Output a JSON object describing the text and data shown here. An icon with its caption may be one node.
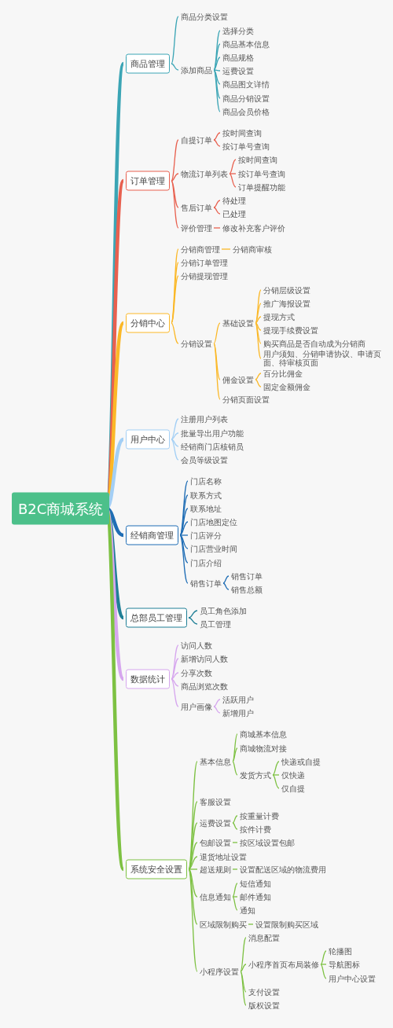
{
  "diagram": {
    "nodes": [
      {
        "text": [
          "B2C商城系统"
        ]
      },
      {
        "text": [
          "商品管理"
        ]
      },
      {
        "text": [
          "商品分类设置"
        ]
      },
      {
        "text": [
          "添加商品"
        ]
      },
      {
        "text": [
          "选择分类"
        ]
      },
      {
        "text": [
          "商品基本信息"
        ]
      },
      {
        "text": [
          "商品规格"
        ]
      },
      {
        "text": [
          "运费设置"
        ]
      },
      {
        "text": [
          "商品图文详情"
        ]
      },
      {
        "text": [
          "商品分销设置"
        ]
      },
      {
        "text": [
          "商品会员价格"
        ]
      },
      {
        "text": [
          "订单管理"
        ]
      },
      {
        "text": [
          "自提订单"
        ]
      },
      {
        "text": [
          "按时间查询"
        ]
      },
      {
        "text": [
          "按订单号查询"
        ]
      },
      {
        "text": [
          "物流订单列表"
        ]
      },
      {
        "text": [
          "按时间查询"
        ]
      },
      {
        "text": [
          "按订单号查询"
        ]
      },
      {
        "text": [
          "订单提醒功能"
        ]
      },
      {
        "text": [
          "售后订单"
        ]
      },
      {
        "text": [
          "待处理"
        ]
      },
      {
        "text": [
          "已处理"
        ]
      },
      {
        "text": [
          "评价管理"
        ]
      },
      {
        "text": [
          "修改补充客户评价"
        ]
      },
      {
        "text": [
          "分销中心"
        ]
      },
      {
        "text": [
          "分销商管理"
        ]
      },
      {
        "text": [
          "分销商审核"
        ]
      },
      {
        "text": [
          "分销订单管理"
        ]
      },
      {
        "text": [
          "分销提现管理"
        ]
      },
      {
        "text": [
          "分销设置"
        ]
      },
      {
        "text": [
          "基础设置"
        ]
      },
      {
        "text": [
          "分销层级设置"
        ]
      },
      {
        "text": [
          "推广海报设置"
        ]
      },
      {
        "text": [
          "提现方式"
        ]
      },
      {
        "text": [
          "提现手续费设置"
        ]
      },
      {
        "text": [
          "购买商品是否自动成为分销商"
        ]
      },
      {
        "text": [
          "用户须知、分销申请协议、申请页面、待审核页面"
        ]
      },
      {
        "text": [
          "佣金设置"
        ]
      },
      {
        "text": [
          "百分比佣金"
        ]
      },
      {
        "text": [
          "固定金额佣金"
        ]
      },
      {
        "text": [
          "分销页面设置"
        ]
      },
      {
        "text": [
          "用户中心"
        ]
      },
      {
        "text": [
          "注册用户列表"
        ]
      },
      {
        "text": [
          "批量导出用户功能"
        ]
      },
      {
        "text": [
          "经销商门店核销员"
        ]
      },
      {
        "text": [
          "会员等级设置"
        ]
      },
      {
        "text": [
          "经销商管理"
        ]
      },
      {
        "text": [
          "门店名称"
        ]
      },
      {
        "text": [
          "联系方式"
        ]
      },
      {
        "text": [
          "联系地址"
        ]
      },
      {
        "text": [
          "门店地图定位"
        ]
      },
      {
        "text": [
          "门店评分"
        ]
      },
      {
        "text": [
          "门店营业时间"
        ]
      },
      {
        "text": [
          "门店介绍"
        ]
      },
      {
        "text": [
          "销售订单"
        ]
      },
      {
        "text": [
          "销售订单"
        ]
      },
      {
        "text": [
          "销售总额"
        ]
      },
      {
        "text": [
          "总部员工管理"
        ]
      },
      {
        "text": [
          "员工角色添加"
        ]
      },
      {
        "text": [
          "员工管理"
        ]
      },
      {
        "text": [
          "数据统计"
        ]
      },
      {
        "text": [
          "访问人数"
        ]
      },
      {
        "text": [
          "新增访问人数"
        ]
      },
      {
        "text": [
          "分享次数"
        ]
      },
      {
        "text": [
          "商品浏览次数"
        ]
      },
      {
        "text": [
          "用户画像"
        ]
      },
      {
        "text": [
          "活跃用户"
        ]
      },
      {
        "text": [
          "新增用户"
        ]
      },
      {
        "text": [
          "系统安全设置"
        ]
      },
      {
        "text": [
          "基本信息"
        ]
      },
      {
        "text": [
          "商城基本信息"
        ]
      },
      {
        "text": [
          "商城物流对接"
        ]
      },
      {
        "text": [
          "发货方式"
        ]
      },
      {
        "text": [
          "快递或自提"
        ]
      },
      {
        "text": [
          "仅快递"
        ]
      },
      {
        "text": [
          "仅自提"
        ]
      },
      {
        "text": [
          "客服设置"
        ]
      },
      {
        "text": [
          "运费设置"
        ]
      },
      {
        "text": [
          "按重量计费"
        ]
      },
      {
        "text": [
          "按件计费"
        ]
      },
      {
        "text": [
          "包邮设置"
        ]
      },
      {
        "text": [
          "按区域设置包邮"
        ]
      },
      {
        "text": [
          "退货地址设置"
        ]
      },
      {
        "text": [
          "超送规则"
        ]
      },
      {
        "text": [
          "设置配送区域的物流费用"
        ]
      },
      {
        "text": [
          "信息通知"
        ]
      },
      {
        "text": [
          "短信通知"
        ]
      },
      {
        "text": [
          "邮件通知"
        ]
      },
      {
        "text": [
          "通知"
        ]
      },
      {
        "text": [
          "区域限制购买"
        ]
      },
      {
        "text": [
          "设置限制购买区域"
        ]
      },
      {
        "text": [
          "小程序设置"
        ]
      },
      {
        "text": [
          "消息配置"
        ]
      },
      {
        "text": [
          "小程序首页布局装修"
        ]
      },
      {
        "text": [
          "轮播图"
        ]
      },
      {
        "text": [
          "导航图标"
        ]
      },
      {
        "text": [
          "用户中心设置"
        ]
      },
      {
        "text": [
          "支付设置"
        ]
      },
      {
        "text": [
          "版权设置"
        ]
      }
    ],
    "edges": [
      {
        "from": 0,
        "to": 1,
        "arrow": "none",
        "style": "thick",
        "color": "#3ba5b5"
      },
      {
        "from": 1,
        "to": 2,
        "arrow": "none",
        "color": "#3ba5b5"
      },
      {
        "from": 1,
        "to": 3,
        "arrow": "none",
        "color": "#3ba5b5"
      },
      {
        "from": 3,
        "to": 4,
        "arrow": "none",
        "color": "#3ba5b5"
      },
      {
        "from": 3,
        "to": 5,
        "arrow": "none",
        "color": "#3ba5b5"
      },
      {
        "from": 3,
        "to": 6,
        "arrow": "none",
        "color": "#3ba5b5"
      },
      {
        "from": 3,
        "to": 7,
        "arrow": "none",
        "color": "#3ba5b5"
      },
      {
        "from": 3,
        "to": 8,
        "arrow": "none",
        "color": "#3ba5b5"
      },
      {
        "from": 3,
        "to": 9,
        "arrow": "none",
        "color": "#3ba5b5"
      },
      {
        "from": 3,
        "to": 10,
        "arrow": "none",
        "color": "#3ba5b5"
      },
      {
        "from": 0,
        "to": 11,
        "arrow": "none",
        "style": "thick",
        "color": "#e8604f"
      },
      {
        "from": 11,
        "to": 12,
        "arrow": "none",
        "color": "#e8604f"
      },
      {
        "from": 12,
        "to": 13,
        "arrow": "none",
        "color": "#e8604f"
      },
      {
        "from": 12,
        "to": 14,
        "arrow": "none",
        "color": "#e8604f"
      },
      {
        "from": 11,
        "to": 15,
        "arrow": "none",
        "color": "#e8604f"
      },
      {
        "from": 15,
        "to": 16,
        "arrow": "none",
        "color": "#e8604f"
      },
      {
        "from": 15,
        "to": 17,
        "arrow": "none",
        "color": "#e8604f"
      },
      {
        "from": 15,
        "to": 18,
        "arrow": "none",
        "color": "#e8604f"
      },
      {
        "from": 11,
        "to": 19,
        "arrow": "none",
        "color": "#e8604f"
      },
      {
        "from": 19,
        "to": 20,
        "arrow": "none",
        "color": "#e8604f"
      },
      {
        "from": 19,
        "to": 21,
        "arrow": "none",
        "color": "#e8604f"
      },
      {
        "from": 11,
        "to": 22,
        "arrow": "none",
        "color": "#e8604f"
      },
      {
        "from": 22,
        "to": 23,
        "arrow": "none",
        "color": "#e8604f"
      },
      {
        "from": 0,
        "to": 24,
        "arrow": "none",
        "style": "thick",
        "color": "#fbb827"
      },
      {
        "from": 24,
        "to": 25,
        "arrow": "none",
        "color": "#fbb827"
      },
      {
        "from": 25,
        "to": 26,
        "arrow": "none",
        "color": "#fbb827"
      },
      {
        "from": 24,
        "to": 27,
        "arrow": "none",
        "color": "#fbb827"
      },
      {
        "from": 24,
        "to": 28,
        "arrow": "none",
        "color": "#fbb827"
      },
      {
        "from": 24,
        "to": 29,
        "arrow": "none",
        "color": "#fbb827"
      },
      {
        "from": 29,
        "to": 30,
        "arrow": "none",
        "color": "#fbb827"
      },
      {
        "from": 30,
        "to": 31,
        "arrow": "none",
        "color": "#fbb827"
      },
      {
        "from": 30,
        "to": 32,
        "arrow": "none",
        "color": "#fbb827"
      },
      {
        "from": 30,
        "to": 33,
        "arrow": "none",
        "color": "#fbb827"
      },
      {
        "from": 30,
        "to": 34,
        "arrow": "none",
        "color": "#fbb827"
      },
      {
        "from": 30,
        "to": 35,
        "arrow": "none",
        "color": "#fbb827"
      },
      {
        "from": 30,
        "to": 36,
        "arrow": "none",
        "color": "#fbb827"
      },
      {
        "from": 29,
        "to": 37,
        "arrow": "none",
        "color": "#fbb827"
      },
      {
        "from": 37,
        "to": 38,
        "arrow": "none",
        "color": "#fbb827"
      },
      {
        "from": 37,
        "to": 39,
        "arrow": "none",
        "color": "#fbb827"
      },
      {
        "from": 29,
        "to": 40,
        "arrow": "none",
        "color": "#fbb827"
      },
      {
        "from": 0,
        "to": 41,
        "arrow": "none",
        "style": "thick",
        "color": "#a3cff5"
      },
      {
        "from": 41,
        "to": 42,
        "arrow": "none",
        "color": "#a3cff5"
      },
      {
        "from": 41,
        "to": 43,
        "arrow": "none",
        "color": "#a3cff5"
      },
      {
        "from": 41,
        "to": 44,
        "arrow": "none",
        "color": "#a3cff5"
      },
      {
        "from": 41,
        "to": 45,
        "arrow": "none",
        "color": "#a3cff5"
      },
      {
        "from": 0,
        "to": 46,
        "arrow": "none",
        "style": "thick",
        "color": "#1f6db5"
      },
      {
        "from": 46,
        "to": 47,
        "arrow": "none",
        "color": "#1f6db5"
      },
      {
        "from": 46,
        "to": 48,
        "arrow": "none",
        "color": "#1f6db5"
      },
      {
        "from": 46,
        "to": 49,
        "arrow": "none",
        "color": "#1f6db5"
      },
      {
        "from": 46,
        "to": 50,
        "arrow": "none",
        "color": "#1f6db5"
      },
      {
        "from": 46,
        "to": 51,
        "arrow": "none",
        "color": "#1f6db5"
      },
      {
        "from": 46,
        "to": 52,
        "arrow": "none",
        "color": "#1f6db5"
      },
      {
        "from": 46,
        "to": 53,
        "arrow": "none",
        "color": "#1f6db5"
      },
      {
        "from": 46,
        "to": 54,
        "arrow": "none",
        "color": "#1f6db5"
      },
      {
        "from": 54,
        "to": 55,
        "arrow": "none",
        "color": "#1f6db5"
      },
      {
        "from": 54,
        "to": 56,
        "arrow": "none",
        "color": "#1f6db5"
      },
      {
        "from": 0,
        "to": 57,
        "arrow": "none",
        "style": "thick",
        "color": "#1f7f96"
      },
      {
        "from": 57,
        "to": 58,
        "arrow": "none",
        "color": "#1f7f96"
      },
      {
        "from": 57,
        "to": 59,
        "arrow": "none",
        "color": "#1f7f96"
      },
      {
        "from": 0,
        "to": 60,
        "arrow": "none",
        "style": "thick",
        "color": "#d6a6ee"
      },
      {
        "from": 60,
        "to": 61,
        "arrow": "none",
        "color": "#d6a6ee"
      },
      {
        "from": 60,
        "to": 62,
        "arrow": "none",
        "color": "#d6a6ee"
      },
      {
        "from": 60,
        "to": 63,
        "arrow": "none",
        "color": "#d6a6ee"
      },
      {
        "from": 60,
        "to": 64,
        "arrow": "none",
        "color": "#d6a6ee"
      },
      {
        "from": 60,
        "to": 65,
        "arrow": "none",
        "color": "#d6a6ee"
      },
      {
        "from": 65,
        "to": 66,
        "arrow": "none",
        "color": "#d6a6ee"
      },
      {
        "from": 65,
        "to": 67,
        "arrow": "none",
        "color": "#d6a6ee"
      },
      {
        "from": 0,
        "to": 68,
        "arrow": "none",
        "style": "thick",
        "color": "#7dc142"
      },
      {
        "from": 68,
        "to": 69,
        "arrow": "none",
        "color": "#7dc142"
      },
      {
        "from": 69,
        "to": 70,
        "arrow": "none",
        "color": "#7dc142"
      },
      {
        "from": 69,
        "to": 71,
        "arrow": "none",
        "color": "#7dc142"
      },
      {
        "from": 69,
        "to": 72,
        "arrow": "none",
        "color": "#7dc142"
      },
      {
        "from": 72,
        "to": 73,
        "arrow": "none",
        "color": "#7dc142"
      },
      {
        "from": 72,
        "to": 74,
        "arrow": "none",
        "color": "#7dc142"
      },
      {
        "from": 72,
        "to": 75,
        "arrow": "none",
        "color": "#7dc142"
      },
      {
        "from": 68,
        "to": 76,
        "arrow": "none",
        "color": "#7dc142"
      },
      {
        "from": 68,
        "to": 77,
        "arrow": "none",
        "color": "#7dc142"
      },
      {
        "from": 77,
        "to": 78,
        "arrow": "none",
        "color": "#7dc142"
      },
      {
        "from": 77,
        "to": 79,
        "arrow": "none",
        "color": "#7dc142"
      },
      {
        "from": 68,
        "to": 80,
        "arrow": "none",
        "color": "#7dc142"
      },
      {
        "from": 80,
        "to": 81,
        "arrow": "none",
        "color": "#7dc142"
      },
      {
        "from": 68,
        "to": 82,
        "arrow": "none",
        "color": "#7dc142"
      },
      {
        "from": 68,
        "to": 83,
        "arrow": "none",
        "color": "#7dc142"
      },
      {
        "from": 83,
        "to": 84,
        "arrow": "none",
        "color": "#7dc142"
      },
      {
        "from": 68,
        "to": 85,
        "arrow": "none",
        "color": "#7dc142"
      },
      {
        "from": 85,
        "to": 86,
        "arrow": "none",
        "color": "#7dc142"
      },
      {
        "from": 85,
        "to": 87,
        "arrow": "none",
        "color": "#7dc142"
      },
      {
        "from": 85,
        "to": 88,
        "arrow": "none",
        "color": "#7dc142"
      },
      {
        "from": 68,
        "to": 89,
        "arrow": "none",
        "color": "#7dc142"
      },
      {
        "from": 89,
        "to": 90,
        "arrow": "none",
        "color": "#7dc142"
      },
      {
        "from": 68,
        "to": 91,
        "arrow": "none",
        "color": "#7dc142"
      },
      {
        "from": 91,
        "to": 92,
        "arrow": "none",
        "color": "#7dc142"
      },
      {
        "from": 91,
        "to": 93,
        "arrow": "none",
        "color": "#7dc142"
      },
      {
        "from": 93,
        "to": 94,
        "arrow": "none",
        "color": "#7dc142"
      },
      {
        "from": 93,
        "to": 95,
        "arrow": "none",
        "color": "#7dc142"
      },
      {
        "from": 93,
        "to": 96,
        "arrow": "none",
        "color": "#7dc142"
      },
      {
        "from": 91,
        "to": 97,
        "arrow": "none",
        "color": "#7dc142"
      },
      {
        "from": 91,
        "to": 98,
        "arrow": "none",
        "color": "#7dc142"
      }
    ]
  }
}
